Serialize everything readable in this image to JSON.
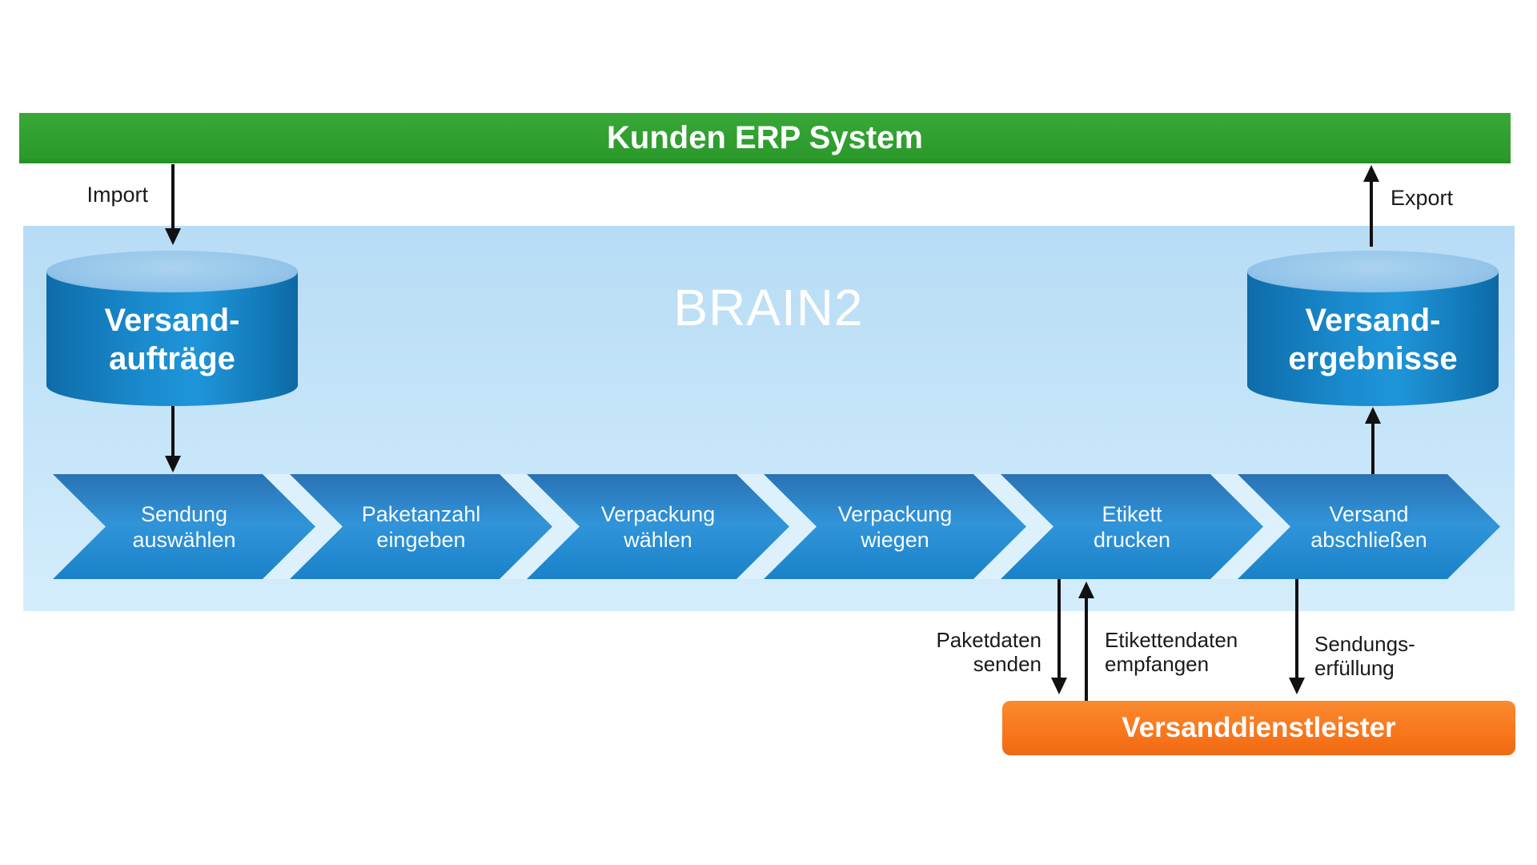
{
  "erp_bar": {
    "label": "Kunden ERP System"
  },
  "brain_box": {
    "label": "BRAIN2"
  },
  "datastores": [
    {
      "id": "shipping-orders",
      "lines": [
        "Versand-",
        "aufträge"
      ]
    },
    {
      "id": "shipping-results",
      "lines": [
        "Versand-",
        "ergebnisse"
      ]
    }
  ],
  "process_steps": [
    {
      "lines": [
        "Sendung",
        "auswählen"
      ]
    },
    {
      "lines": [
        "Paketanzahl",
        "eingeben"
      ]
    },
    {
      "lines": [
        "Verpackung",
        "wählen"
      ]
    },
    {
      "lines": [
        "Verpackung",
        "wiegen"
      ]
    },
    {
      "lines": [
        "Etikett",
        "drucken"
      ]
    },
    {
      "lines": [
        "Versand",
        "abschließen"
      ]
    }
  ],
  "flows": {
    "import": {
      "label": "Import"
    },
    "export": {
      "label": "Export"
    },
    "send_package_data": {
      "lines": [
        "Paketdaten",
        "senden"
      ]
    },
    "receive_label_data": {
      "lines": [
        "Etikettendaten",
        "empfangen"
      ]
    },
    "shipment_fulfillment": {
      "lines": [
        "Sendungs-",
        "erfüllung"
      ]
    }
  },
  "carrier_bar": {
    "label": "Versanddienstleister"
  },
  "colors": {
    "erp_green": "#2f9f2f",
    "brain_box_blue": "#c3e2f7",
    "chevron_blue": "#2a8fd2",
    "chevron_gap_blue": "#ddf1fd",
    "cylinder_blue": "#1383c6",
    "cylinder_top_blue": "#93c4e9",
    "carrier_orange": "#f7731a",
    "arrow_black": "#111111",
    "text_white": "#ffffff",
    "label_black": "#1a1a1a"
  }
}
